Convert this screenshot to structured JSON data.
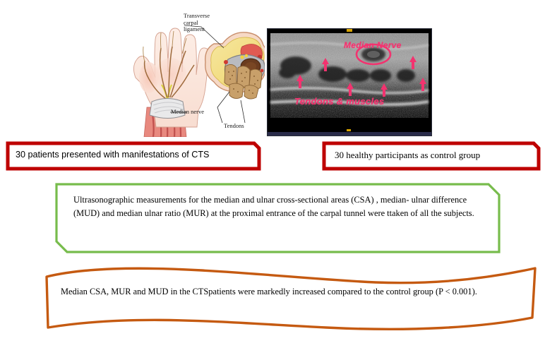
{
  "figures": {
    "anatomy": {
      "alt_name": "carpal-tunnel-anatomy-illustration",
      "labels": {
        "transverse_carpal_ligament": "Transverse\ncarpal\nligament",
        "median_nerve": "Median nerve",
        "tendons": "Tendons"
      }
    },
    "ultrasound": {
      "alt_name": "wrist-ultrasound-image",
      "annotations": {
        "median_nerve": "Median Nerve",
        "tendons_muscles": "Tendons & muscles"
      },
      "annotation_color": "#f2336f"
    }
  },
  "boxes": {
    "patients": {
      "text": "30 patients presented with manifestations of CTS",
      "border_color": "#BE0000"
    },
    "controls": {
      "text": "30 healthy participants as control group",
      "border_color": "#BE0000"
    },
    "methods": {
      "text": "Ultrasonographic measurements  for the median and ulnar cross-sectional areas (CSA) , median- ulnar difference (MUD) and median ulnar ratio (MUR) at the proximal entrance of the carpal tunnel were ttaken of all the subjects.",
      "border_color": "#77BC4C"
    },
    "results": {
      "text": "Median CSA, MUR and MUD  in the CTSpatients  were markedly increased compared to the control group (P < 0.001).",
      "border_color": "#C55A11"
    }
  }
}
